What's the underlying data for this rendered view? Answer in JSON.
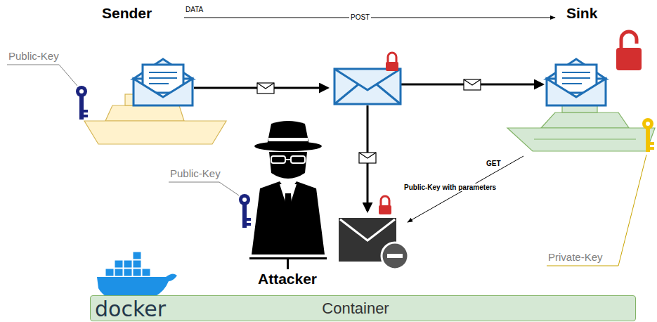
{
  "diagram": {
    "nodes": [
      {
        "text": [
          "docker",
          "Container"
        ]
      }
    ],
    "labels": [
      "Sender",
      "DATA",
      "POST",
      "Sink",
      "Public-Key",
      "GET",
      "Public-Key with parameters",
      "Public-Key",
      "Attacker",
      "Private-Key"
    ]
  }
}
